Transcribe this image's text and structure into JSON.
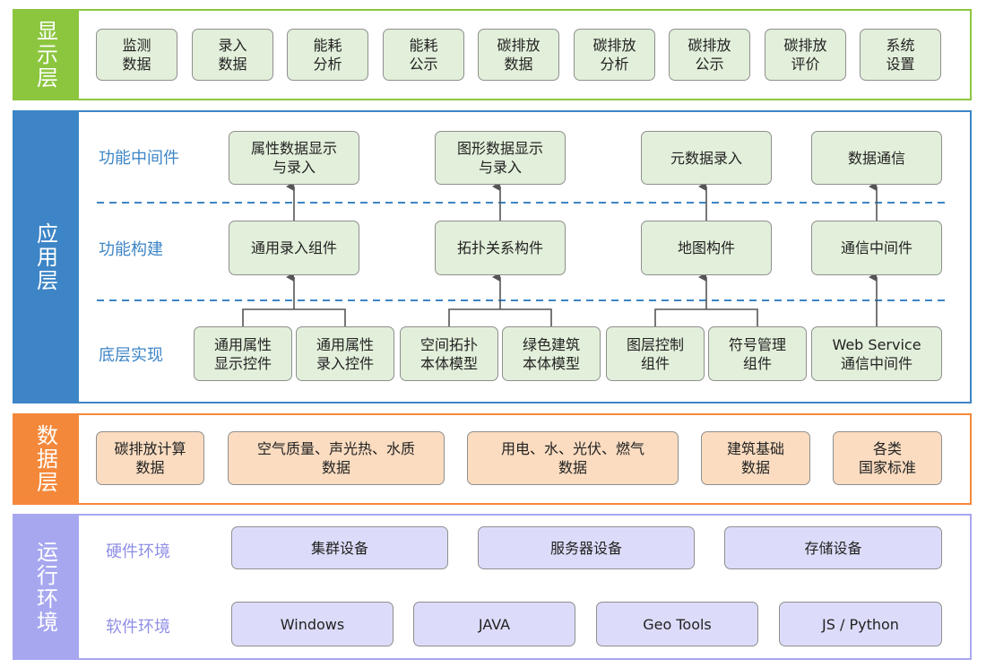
{
  "display_layer": {
    "title": "显示层",
    "items": [
      "监测\n数据",
      "录入\n数据",
      "能耗\n分析",
      "能耗\n公示",
      "碳排放\n数据",
      "碳排放\n分析",
      "碳排放\n公示",
      "碳排放\n评价",
      "系统\n设置"
    ]
  },
  "app_layer": {
    "title": "应用层",
    "rows": {
      "middleware": "功能中间件",
      "build": "功能构建",
      "impl": "底层实现"
    },
    "middleware": [
      "属性数据显示\n与录入",
      "图形数据显示\n与录入",
      "元数据录入",
      "数据通信"
    ],
    "build": [
      "通用录入组件",
      "拓扑关系构件",
      "地图构件",
      "通信中间件"
    ],
    "impl": [
      "通用属性\n显示控件",
      "通用属性\n录入控件",
      "空间拓扑\n本体模型",
      "绿色建筑\n本体模型",
      "图层控制\n组件",
      "符号管理\n组件",
      "Web Service\n通信中间件"
    ]
  },
  "data_layer": {
    "title": "数据层",
    "items": [
      "碳排放计算\n数据",
      "空气质量、声光热、水质\n数据",
      "用电、水、光伏、燃气\n数据",
      "建筑基础\n数据",
      "各类\n国家标准"
    ]
  },
  "runtime_layer": {
    "title": "运行环境",
    "rows": {
      "hardware": "硬件环境",
      "software": "软件环境"
    },
    "hardware": [
      "集群设备",
      "服务器设备",
      "存储设备"
    ],
    "software": [
      "Windows",
      "JAVA",
      "Geo Tools",
      "JS / Python"
    ]
  },
  "colors": {
    "green": "#8cc63f",
    "blue": "#3d85c6",
    "orange": "#f4883a",
    "purple": "#a7a7f0",
    "row_label_blue": "#3d85c6",
    "row_label_purple": "#8f8fe6"
  }
}
